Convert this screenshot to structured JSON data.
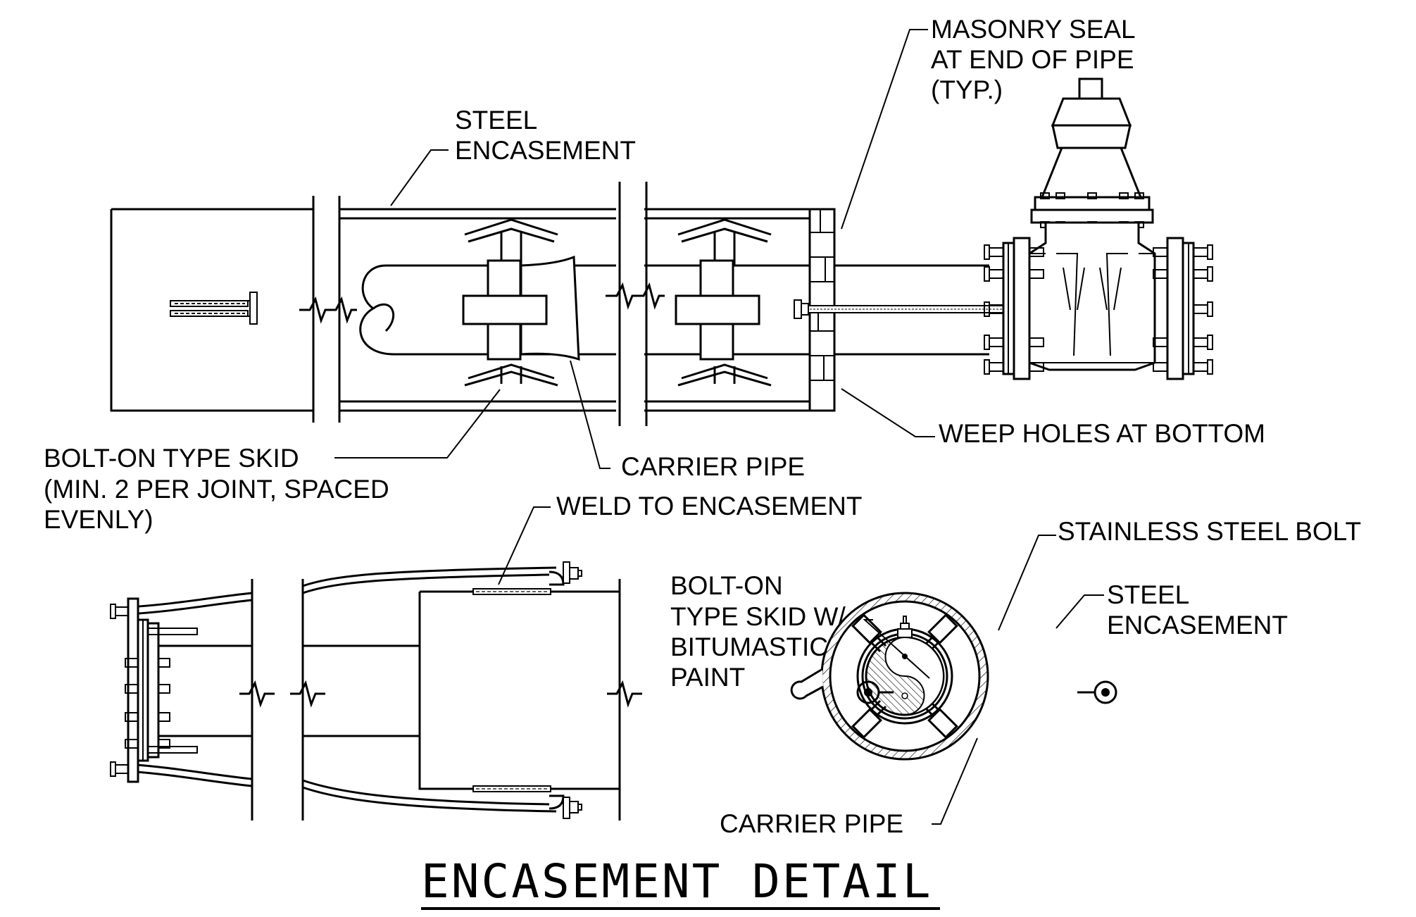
{
  "title": "ENCASEMENT DETAIL",
  "callouts": {
    "steel_encasement_top": [
      "STEEL",
      "ENCASEMENT"
    ],
    "masonry_seal": [
      "MASONRY SEAL",
      "AT END OF PIPE",
      "(TYP.)"
    ],
    "weep_holes": [
      "WEEP HOLES AT BOTTOM"
    ],
    "bolt_on_skid": [
      "BOLT-ON TYPE SKID",
      "(MIN. 2 PER JOINT, SPACED",
      "EVENLY)"
    ],
    "carrier_pipe_top": [
      "CARRIER PIPE"
    ],
    "weld_to_encasement": [
      "WELD TO ENCASEMENT"
    ],
    "stainless_bolt": [
      "STAINLESS STEEL BOLT"
    ],
    "steel_encasement_section": [
      "STEEL",
      "ENCASEMENT"
    ],
    "bolt_on_skid_section": [
      "BOLT-ON",
      "TYPE SKID W/",
      "BITUMASTIC",
      "PAINT"
    ],
    "carrier_pipe_section": [
      "CARRIER PIPE"
    ]
  }
}
